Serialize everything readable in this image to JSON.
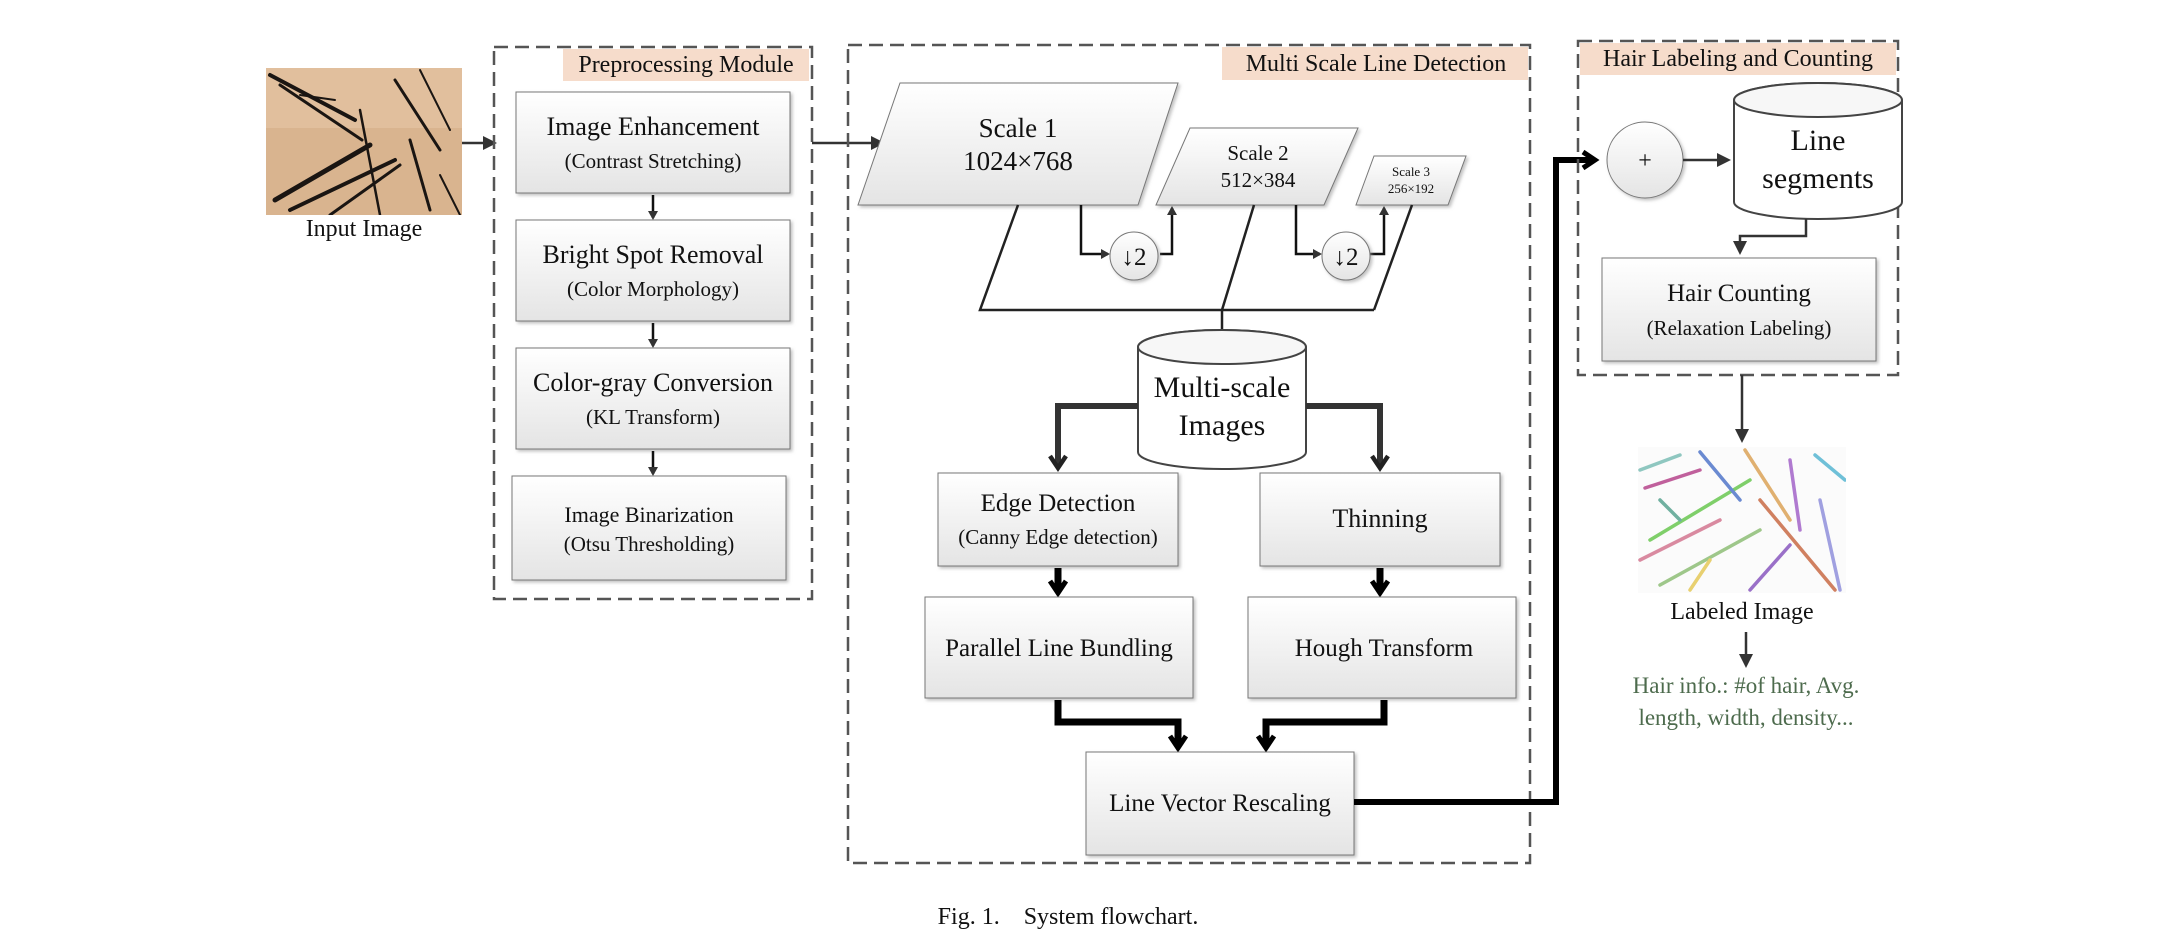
{
  "input_image": {
    "label": "Input Image"
  },
  "preprocessing": {
    "title": "Preprocessing Module",
    "steps": [
      {
        "name": "Image Enhancement",
        "sub": "(Contrast Stretching)"
      },
      {
        "name": "Bright Spot Removal",
        "sub": "(Color Morphology)"
      },
      {
        "name": "Color-gray Conversion",
        "sub": "(KL Transform)"
      },
      {
        "name": "Image Binarization",
        "sub": "(Otsu Thresholding)"
      }
    ]
  },
  "multiscale": {
    "title": "Multi Scale Line Detection",
    "scales": [
      {
        "name": "Scale 1",
        "size": "1024×768"
      },
      {
        "name": "Scale 2",
        "size": "512×384"
      },
      {
        "name": "Scale 3",
        "size": "256×192"
      }
    ],
    "downsample": "↓2",
    "db_line1": "Multi-scale",
    "db_line2": "Images",
    "edge_detection": "Edge Detection",
    "edge_detection_sub": "(Canny Edge detection)",
    "thinning": "Thinning",
    "parallel_bundling": "Parallel Line Bundling",
    "hough": "Hough Transform",
    "rescaling": "Line Vector Rescaling"
  },
  "labeling": {
    "title": "Hair Labeling and Counting",
    "plus": "+",
    "db_line1": "Line",
    "db_line2": "segments",
    "hair_counting": "Hair Counting",
    "hair_counting_sub": "(Relaxation Labeling)",
    "labeled_image": "Labeled Image",
    "info_line1": "Hair info.: #of hair, Avg.",
    "info_line2": "length, width, density..."
  },
  "caption": "Fig. 1.    System flowchart.",
  "colors": {
    "title_bg": "#f6dccb",
    "info_text": "#4d6b4d",
    "box_top": "#ffffff",
    "box_bottom": "#e6e6e6",
    "line": "#333333"
  },
  "icons": {
    "hair_photo": "scalp-hair-photo",
    "labeled_photo": "colored-labeled-lines"
  }
}
